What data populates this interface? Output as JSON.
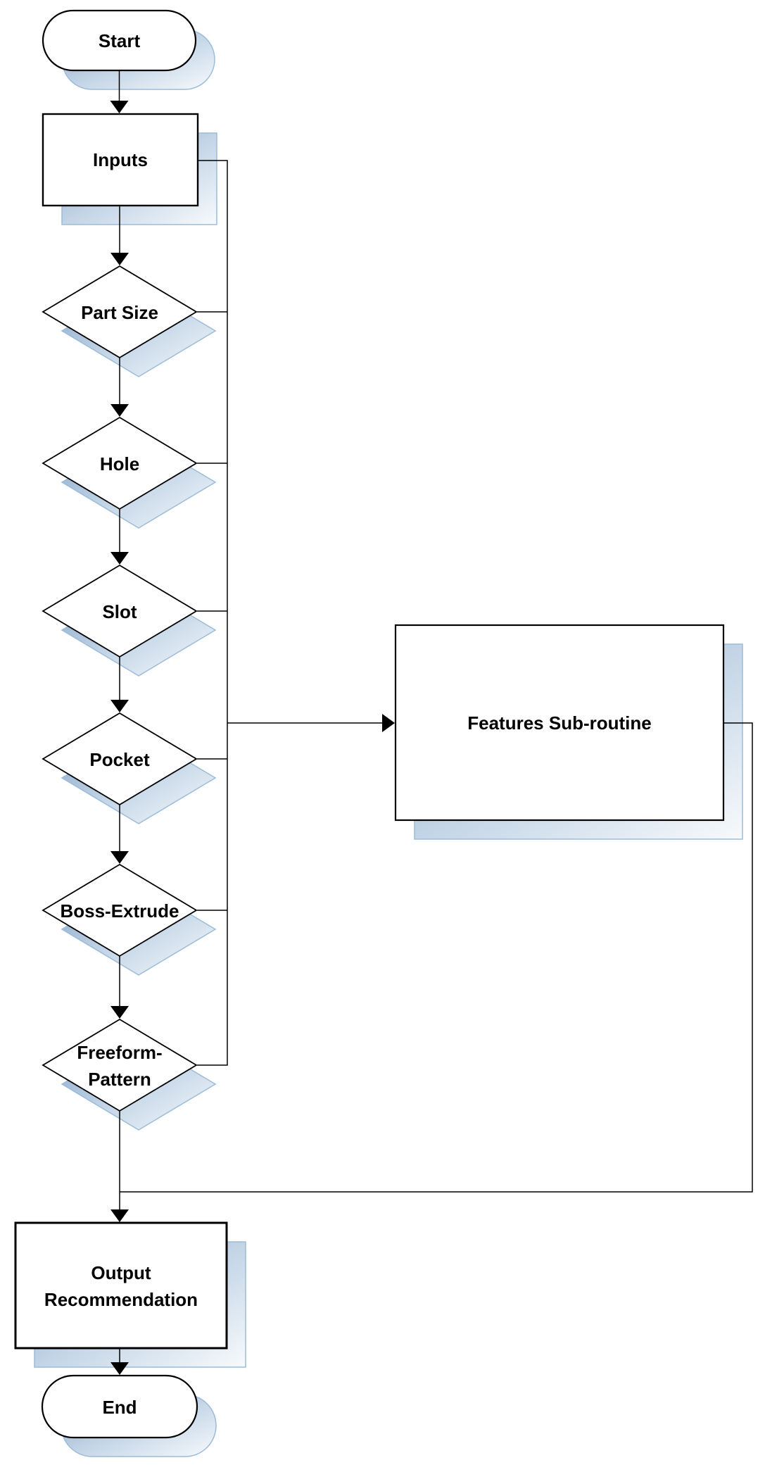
{
  "diagram": {
    "type": "flowchart",
    "background_color": "#ffffff",
    "shape_fill": "#ffffff",
    "shape_border_color": "#000000",
    "connector_color": "#000000",
    "shadow": {
      "gradient_start": "#84a4c6",
      "gradient_mid": "#c2d4e6",
      "gradient_end": "#f7fafc",
      "border_color": "#9cbcd9"
    },
    "nodes": [
      {
        "id": "start",
        "type": "terminator",
        "lines": [
          "Start"
        ]
      },
      {
        "id": "inputs",
        "type": "process",
        "lines": [
          "Inputs"
        ]
      },
      {
        "id": "part-size",
        "type": "decision",
        "lines": [
          "Part Size"
        ]
      },
      {
        "id": "hole",
        "type": "decision",
        "lines": [
          "Hole"
        ]
      },
      {
        "id": "slot",
        "type": "decision",
        "lines": [
          "Slot"
        ]
      },
      {
        "id": "pocket",
        "type": "decision",
        "lines": [
          "Pocket"
        ]
      },
      {
        "id": "boss-extrude",
        "type": "decision",
        "lines": [
          "Boss-Extrude"
        ]
      },
      {
        "id": "freeform-pattern",
        "type": "decision",
        "lines": [
          "Freeform-",
          "Pattern"
        ]
      },
      {
        "id": "features-subroutine",
        "type": "process",
        "lines": [
          "Features Sub-routine"
        ]
      },
      {
        "id": "output-recommendation",
        "type": "process",
        "lines": [
          "Output",
          "Recommendation"
        ]
      },
      {
        "id": "end",
        "type": "terminator",
        "lines": [
          "End"
        ]
      }
    ],
    "edges": [
      {
        "from": "start",
        "to": "inputs",
        "arrow": true
      },
      {
        "from": "inputs",
        "to": "part-size",
        "arrow": true
      },
      {
        "from": "part-size",
        "to": "hole",
        "arrow": true
      },
      {
        "from": "hole",
        "to": "slot",
        "arrow": true
      },
      {
        "from": "slot",
        "to": "pocket",
        "arrow": true
      },
      {
        "from": "pocket",
        "to": "boss-extrude",
        "arrow": true
      },
      {
        "from": "boss-extrude",
        "to": "freeform-pattern",
        "arrow": true
      },
      {
        "from": "inputs",
        "to": "side-trunk",
        "arrow": false
      },
      {
        "from": "part-size",
        "to": "side-trunk",
        "arrow": false
      },
      {
        "from": "hole",
        "to": "side-trunk",
        "arrow": false
      },
      {
        "from": "slot",
        "to": "side-trunk",
        "arrow": false
      },
      {
        "from": "pocket",
        "to": "side-trunk",
        "arrow": false
      },
      {
        "from": "boss-extrude",
        "to": "side-trunk",
        "arrow": false
      },
      {
        "from": "freeform-pattern",
        "to": "side-trunk",
        "arrow": false
      },
      {
        "from": "side-trunk",
        "to": "features-subroutine",
        "arrow": true
      },
      {
        "from": "features-subroutine",
        "to": "output-recommendation",
        "arrow": false
      },
      {
        "from": "freeform-pattern",
        "to": "output-recommendation",
        "arrow": true
      },
      {
        "from": "output-recommendation",
        "to": "end",
        "arrow": true
      }
    ]
  }
}
